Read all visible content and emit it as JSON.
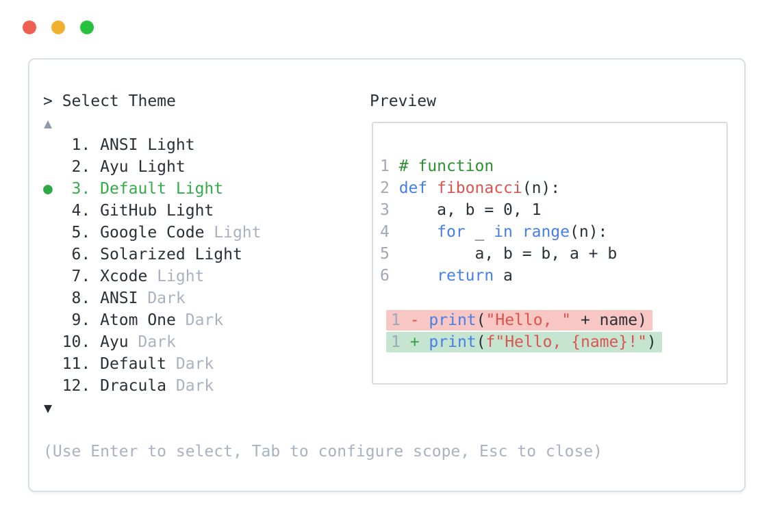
{
  "colors": {
    "dark": "#2a3038",
    "dim": "#a9b2c0",
    "linenum": "#9fa8b5",
    "select_green": "#35ac4b",
    "bullet_green": "#2ca844",
    "comment": "#2f8f33",
    "keyword": "#477fe6",
    "name_red": "#dc544f",
    "string": "#dc544f",
    "minus": "#d94f4b",
    "plus": "#2f9e44",
    "del_bg": "#f8c6c3",
    "add_bg": "#c6e5d1",
    "panel_border": "#dadfe6",
    "box_border": "#d8dce1",
    "light_red": "#f15f52",
    "light_yellow": "#f1b02e",
    "light_green": "#27c23e",
    "arrow_up": "#8e9aac",
    "arrow_down": "#262c34"
  },
  "window": {
    "controls": [
      "close",
      "minimize",
      "maximize"
    ]
  },
  "theme_picker": {
    "prompt": "> Select Theme",
    "scroll_up": "▲",
    "scroll_down": "▼",
    "selected_marker": "●",
    "items": [
      {
        "number": 1,
        "name": "ANSI",
        "variant": "Light",
        "variant_dim": false,
        "selected": false
      },
      {
        "number": 2,
        "name": "Ayu",
        "variant": "Light",
        "variant_dim": false,
        "selected": false
      },
      {
        "number": 3,
        "name": "Default",
        "variant": "Light",
        "variant_dim": false,
        "selected": true
      },
      {
        "number": 4,
        "name": "GitHub",
        "variant": "Light",
        "variant_dim": false,
        "selected": false
      },
      {
        "number": 5,
        "name": "Google Code",
        "variant": "Light",
        "variant_dim": true,
        "selected": false
      },
      {
        "number": 6,
        "name": "Solarized",
        "variant": "Light",
        "variant_dim": false,
        "selected": false
      },
      {
        "number": 7,
        "name": "Xcode",
        "variant": "Light",
        "variant_dim": true,
        "selected": false
      },
      {
        "number": 8,
        "name": "ANSI",
        "variant": "Dark",
        "variant_dim": true,
        "selected": false
      },
      {
        "number": 9,
        "name": "Atom One",
        "variant": "Dark",
        "variant_dim": true,
        "selected": false
      },
      {
        "number": 10,
        "name": "Ayu",
        "variant": "Dark",
        "variant_dim": true,
        "selected": false
      },
      {
        "number": 11,
        "name": "Default",
        "variant": "Dark",
        "variant_dim": true,
        "selected": false
      },
      {
        "number": 12,
        "name": "Dracula",
        "variant": "Dark",
        "variant_dim": true,
        "selected": false
      }
    ],
    "help": "(Use Enter to select, Tab to configure scope, Esc to close)"
  },
  "preview": {
    "title": "Preview",
    "code_lines": [
      {
        "num": "1",
        "tokens": [
          [
            "# function",
            "comment"
          ]
        ]
      },
      {
        "num": "2",
        "tokens": [
          [
            "def",
            "keyword"
          ],
          [
            " ",
            "dark"
          ],
          [
            "fibonacci",
            "name_red"
          ],
          [
            "(n):",
            "dark"
          ]
        ]
      },
      {
        "num": "3",
        "tokens": [
          [
            "    a, b = 0, 1",
            "dark"
          ]
        ]
      },
      {
        "num": "4",
        "tokens": [
          [
            "    ",
            "dark"
          ],
          [
            "for",
            "keyword"
          ],
          [
            " _ ",
            "dark"
          ],
          [
            "in",
            "keyword"
          ],
          [
            " ",
            "dark"
          ],
          [
            "range",
            "keyword"
          ],
          [
            "(n):",
            "dark"
          ]
        ]
      },
      {
        "num": "5",
        "tokens": [
          [
            "        a, b = b, a + b",
            "dark"
          ]
        ]
      },
      {
        "num": "6",
        "tokens": [
          [
            "    ",
            "dark"
          ],
          [
            "return",
            "keyword"
          ],
          [
            " a",
            "dark"
          ]
        ]
      }
    ],
    "diff_lines": [
      {
        "num": "1",
        "sign": "-",
        "sign_color": "minus",
        "bg": "del_bg",
        "tokens": [
          [
            "print",
            "keyword"
          ],
          [
            "(",
            "dark"
          ],
          [
            "\"Hello, \"",
            "string"
          ],
          [
            " + name)",
            "dark"
          ]
        ]
      },
      {
        "num": "1",
        "sign": "+",
        "sign_color": "plus",
        "bg": "add_bg",
        "tokens": [
          [
            "print",
            "keyword"
          ],
          [
            "(",
            "dark"
          ],
          [
            "f\"Hello, {name}!\"",
            "string"
          ],
          [
            ")",
            "dark"
          ]
        ]
      }
    ]
  }
}
